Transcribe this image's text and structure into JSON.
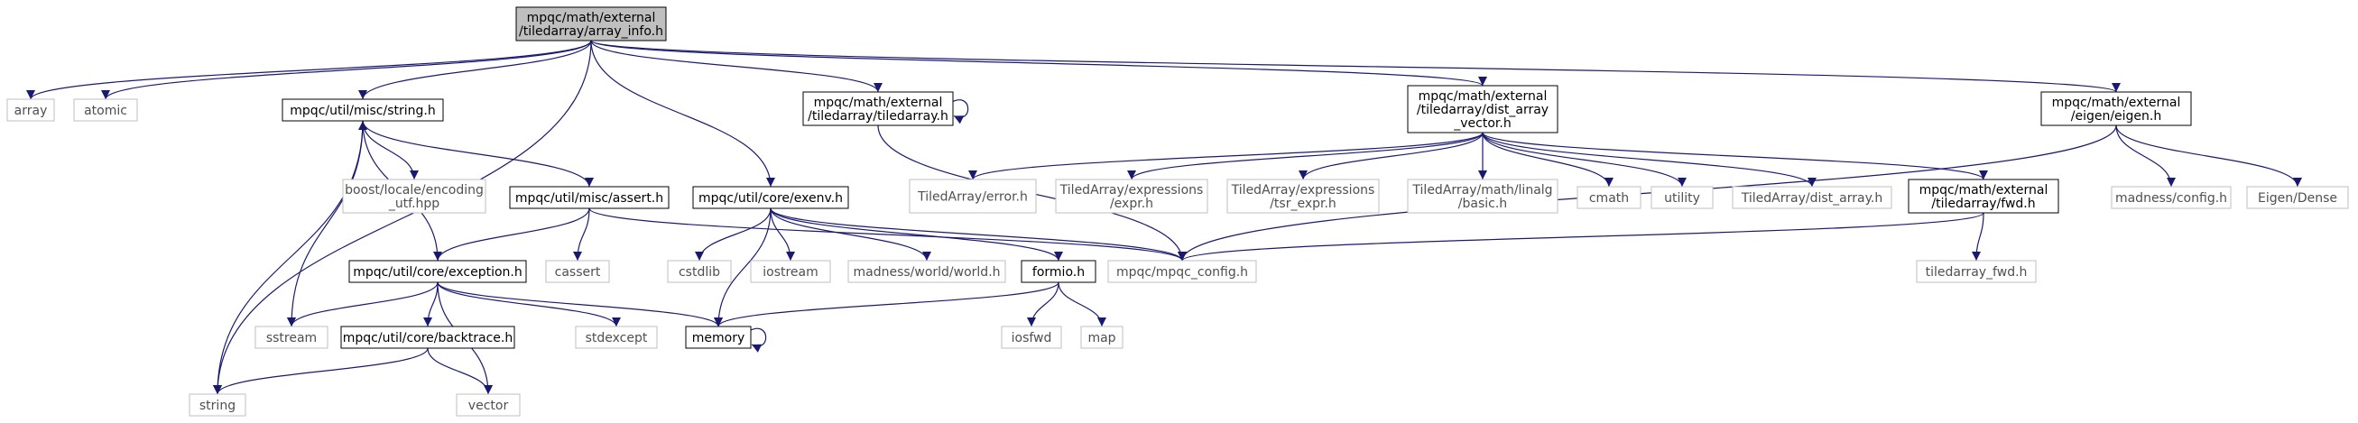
{
  "colors": {
    "edge": "#191970",
    "root_fill": "#bfbfbf",
    "root_border": "#000000",
    "local_border": "#000000",
    "external_border": "#bfbfbf",
    "external_text": "#4f4f4f",
    "text": "#000000"
  },
  "nodes": [
    {
      "id": "array_info",
      "kind": "root",
      "lines": [
        "mpqc/math/external",
        "/tiledarray/array_info.h"
      ]
    },
    {
      "id": "array",
      "kind": "external",
      "lines": [
        "array"
      ]
    },
    {
      "id": "atomic",
      "kind": "external",
      "lines": [
        "atomic"
      ]
    },
    {
      "id": "string_h",
      "kind": "local",
      "lines": [
        "mpqc/util/misc/string.h"
      ]
    },
    {
      "id": "tiledarray_h",
      "kind": "local",
      "lines": [
        "mpqc/math/external",
        "/tiledarray/tiledarray.h"
      ]
    },
    {
      "id": "dist_array_vector",
      "kind": "local",
      "lines": [
        "mpqc/math/external",
        "/tiledarray/dist_array",
        "_vector.h"
      ]
    },
    {
      "id": "eigen_h",
      "kind": "local",
      "lines": [
        "mpqc/math/external",
        "/eigen/eigen.h"
      ]
    },
    {
      "id": "boost_locale",
      "kind": "external",
      "lines": [
        "boost/locale/encoding",
        "_utf.hpp"
      ]
    },
    {
      "id": "assert_h",
      "kind": "local",
      "lines": [
        "mpqc/util/misc/assert.h"
      ]
    },
    {
      "id": "exenv_h",
      "kind": "local",
      "lines": [
        "mpqc/util/core/exenv.h"
      ]
    },
    {
      "id": "ta_error",
      "kind": "external",
      "lines": [
        "TiledArray/error.h"
      ]
    },
    {
      "id": "ta_expr",
      "kind": "external",
      "lines": [
        "TiledArray/expressions",
        "/expr.h"
      ]
    },
    {
      "id": "ta_tsr_expr",
      "kind": "external",
      "lines": [
        "TiledArray/expressions",
        "/tsr_expr.h"
      ]
    },
    {
      "id": "ta_linalg",
      "kind": "external",
      "lines": [
        "TiledArray/math/linalg",
        "/basic.h"
      ]
    },
    {
      "id": "cmath",
      "kind": "external",
      "lines": [
        "cmath"
      ]
    },
    {
      "id": "utility",
      "kind": "external",
      "lines": [
        "utility"
      ]
    },
    {
      "id": "ta_dist_array",
      "kind": "external",
      "lines": [
        "TiledArray/dist_array.h"
      ]
    },
    {
      "id": "fwd_h",
      "kind": "local",
      "lines": [
        "mpqc/math/external",
        "/tiledarray/fwd.h"
      ]
    },
    {
      "id": "madness_config",
      "kind": "external",
      "lines": [
        "madness/config.h"
      ]
    },
    {
      "id": "eigen_dense",
      "kind": "external",
      "lines": [
        "Eigen/Dense"
      ]
    },
    {
      "id": "exception_h",
      "kind": "local",
      "lines": [
        "mpqc/util/core/exception.h"
      ]
    },
    {
      "id": "cassert",
      "kind": "external",
      "lines": [
        "cassert"
      ]
    },
    {
      "id": "cstdlib",
      "kind": "external",
      "lines": [
        "cstdlib"
      ]
    },
    {
      "id": "iostream",
      "kind": "external",
      "lines": [
        "iostream"
      ]
    },
    {
      "id": "madness_world",
      "kind": "external",
      "lines": [
        "madness/world/world.h"
      ]
    },
    {
      "id": "formio_h",
      "kind": "local",
      "lines": [
        "formio.h"
      ]
    },
    {
      "id": "mpqc_config",
      "kind": "external",
      "lines": [
        "mpqc/mpqc_config.h"
      ]
    },
    {
      "id": "tiledarray_fwd",
      "kind": "external",
      "lines": [
        "tiledarray_fwd.h"
      ]
    },
    {
      "id": "sstream",
      "kind": "external",
      "lines": [
        "sstream"
      ]
    },
    {
      "id": "backtrace_h",
      "kind": "local",
      "lines": [
        "mpqc/util/core/backtrace.h"
      ]
    },
    {
      "id": "stdexcept",
      "kind": "external",
      "lines": [
        "stdexcept"
      ]
    },
    {
      "id": "memory",
      "kind": "local",
      "lines": [
        "memory"
      ]
    },
    {
      "id": "iosfwd",
      "kind": "external",
      "lines": [
        "iosfwd"
      ]
    },
    {
      "id": "map",
      "kind": "external",
      "lines": [
        "map"
      ]
    },
    {
      "id": "string",
      "kind": "external",
      "lines": [
        "string"
      ]
    },
    {
      "id": "vector",
      "kind": "external",
      "lines": [
        "vector"
      ]
    }
  ],
  "edges": [
    [
      "array_info",
      "array"
    ],
    [
      "array_info",
      "atomic"
    ],
    [
      "array_info",
      "string_h"
    ],
    [
      "array_info",
      "string"
    ],
    [
      "array_info",
      "tiledarray_h"
    ],
    [
      "array_info",
      "exenv_h"
    ],
    [
      "array_info",
      "dist_array_vector"
    ],
    [
      "array_info",
      "eigen_h"
    ],
    [
      "string_h",
      "boost_locale"
    ],
    [
      "string_h",
      "assert_h"
    ],
    [
      "string_h",
      "sstream"
    ],
    [
      "string_h",
      "string"
    ],
    [
      "assert_h",
      "cassert"
    ],
    [
      "assert_h",
      "exception_h"
    ],
    [
      "assert_h",
      "mpqc_config"
    ],
    [
      "exception_h",
      "string_h"
    ],
    [
      "exception_h",
      "sstream"
    ],
    [
      "exception_h",
      "backtrace_h"
    ],
    [
      "exception_h",
      "stdexcept"
    ],
    [
      "exception_h",
      "memory"
    ],
    [
      "exception_h",
      "vector"
    ],
    [
      "backtrace_h",
      "string"
    ],
    [
      "backtrace_h",
      "vector"
    ],
    [
      "exenv_h",
      "memory"
    ],
    [
      "exenv_h",
      "cstdlib"
    ],
    [
      "exenv_h",
      "iostream"
    ],
    [
      "exenv_h",
      "madness_world"
    ],
    [
      "exenv_h",
      "formio_h"
    ],
    [
      "exenv_h",
      "mpqc_config"
    ],
    [
      "formio_h",
      "iosfwd"
    ],
    [
      "formio_h",
      "map"
    ],
    [
      "formio_h",
      "memory"
    ],
    [
      "memory",
      "memory"
    ],
    [
      "tiledarray_h",
      "tiledarray_h"
    ],
    [
      "tiledarray_h",
      "mpqc_config"
    ],
    [
      "dist_array_vector",
      "ta_error"
    ],
    [
      "dist_array_vector",
      "ta_expr"
    ],
    [
      "dist_array_vector",
      "ta_tsr_expr"
    ],
    [
      "dist_array_vector",
      "ta_linalg"
    ],
    [
      "dist_array_vector",
      "cmath"
    ],
    [
      "dist_array_vector",
      "utility"
    ],
    [
      "dist_array_vector",
      "ta_dist_array"
    ],
    [
      "dist_array_vector",
      "fwd_h"
    ],
    [
      "fwd_h",
      "mpqc_config"
    ],
    [
      "fwd_h",
      "tiledarray_fwd"
    ],
    [
      "eigen_h",
      "mpqc_config"
    ],
    [
      "eigen_h",
      "madness_config"
    ],
    [
      "eigen_h",
      "eigen_dense"
    ]
  ]
}
